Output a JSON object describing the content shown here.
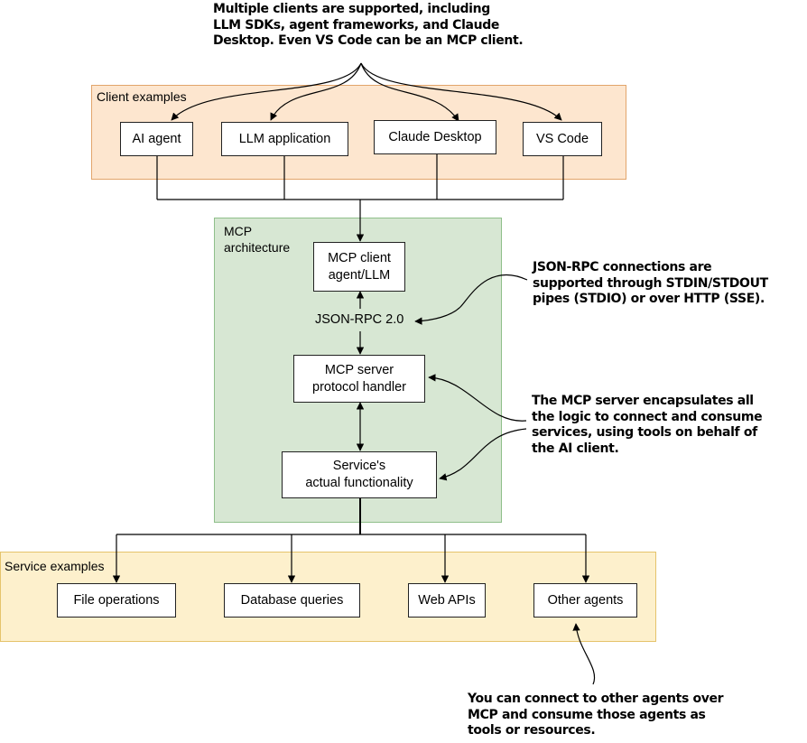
{
  "callouts": {
    "clients": "Multiple clients are supported, including\nLLM SDKs, agent frameworks, and Claude\nDesktop. Even VS Code can be an MCP client.",
    "jsonrpc": "JSON-RPC connections are\nsupported through STDIN/STDOUT\npipes (STDIO) or over HTTP (SSE).",
    "server": "The MCP server encapsulates all\nthe logic to connect and consume\nservices, using tools on behalf of\nthe AI client.",
    "agents": "You can connect to other agents over\nMCP and consume those agents as\ntools or resources."
  },
  "client_examples": {
    "title": "Client examples",
    "items": [
      "AI agent",
      "LLM application",
      "Claude Desktop",
      "VS Code"
    ]
  },
  "mcp": {
    "title": "MCP\narchitecture",
    "client_box": "MCP client\nagent/LLM",
    "protocol_label": "JSON-RPC 2.0",
    "server_box": "MCP server\nprotocol handler",
    "service_box": "Service's\nactual functionality"
  },
  "service_examples": {
    "title": "Service examples",
    "items": [
      "File operations",
      "Database queries",
      "Web APIs",
      "Other agents"
    ]
  },
  "colors": {
    "client_bg": "#fde6cf",
    "mcp_bg": "#d7e7d3",
    "service_bg": "#fdf0cc"
  }
}
